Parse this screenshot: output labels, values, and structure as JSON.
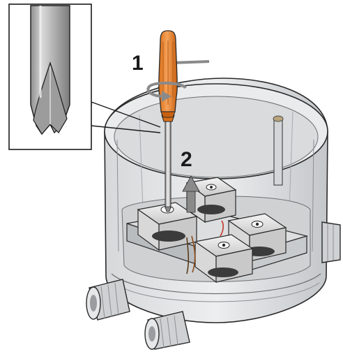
{
  "steps": [
    {
      "number": "1",
      "action": "rotate-screwdriver"
    },
    {
      "number": "2",
      "action": "lift-out"
    }
  ],
  "icons": {
    "inset": "phillips-screwdriver-tip-icon",
    "rotate": "rotate-arrow-icon",
    "lift": "up-arrow-icon"
  },
  "colors": {
    "handle": "#e8822a",
    "handle_dark": "#b85a12",
    "housing": "#c9cbce",
    "housing_dark": "#8c8f93",
    "outline": "#2a2a2a",
    "arrow": "#8a8a8a"
  }
}
